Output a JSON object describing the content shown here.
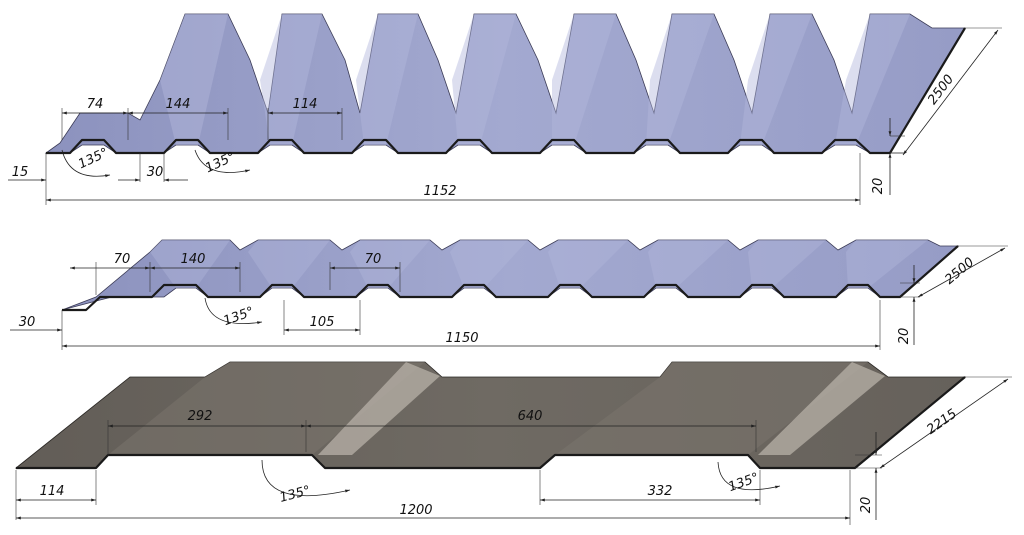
{
  "colors": {
    "sheet_blue": "#9aa0c8",
    "sheet_blue_dark": "#7f86b4",
    "sheet_grey": "#6b6660",
    "sheet_grey_dark": "#5a554f",
    "highlight": "#b5aea5",
    "edge": "#1a1a1a"
  },
  "profiles": [
    {
      "name": "",
      "dims": {
        "rib_top": "74",
        "pitch": "144",
        "rib_opening": "114",
        "edge": "15",
        "valley": "30",
        "angle1": "135°",
        "angle2": "135°",
        "total_width": "1152",
        "height": "20",
        "length": "2500"
      }
    },
    {
      "name": "",
      "dims": {
        "rib_top": "70",
        "pitch": "140",
        "rib_gap": "70",
        "edge": "30",
        "angle": "135°",
        "rib_bottom": "105",
        "total_width": "1150",
        "height": "20",
        "length": "2500"
      }
    },
    {
      "name": "",
      "dims": {
        "flat_a": "292",
        "flat_b": "640",
        "edge": "114",
        "angle1": "135°",
        "angle2": "135°",
        "segment": "332",
        "total_width": "1200",
        "height": "20",
        "length": "2215"
      }
    }
  ]
}
